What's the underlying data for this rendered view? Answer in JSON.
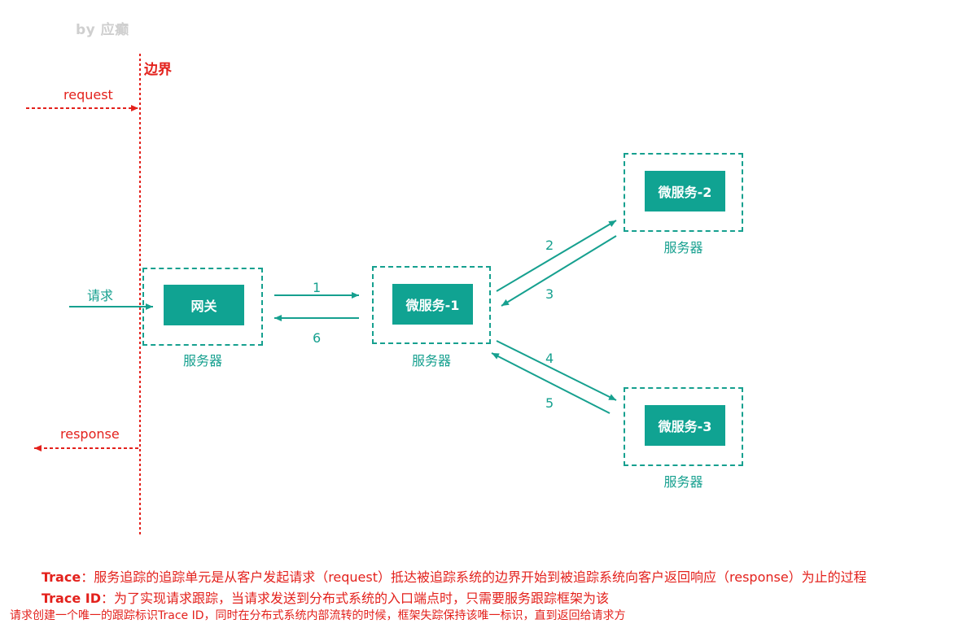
{
  "author": "by 应癫",
  "boundary": {
    "label": "边界"
  },
  "flows": {
    "request": "request",
    "response": "response",
    "ingress": "请求"
  },
  "nodes": {
    "gateway": {
      "label": "网关",
      "server_label": "服务器"
    },
    "ms1": {
      "label": "微服务-1",
      "server_label": "服务器"
    },
    "ms2": {
      "label": "微服务-2",
      "server_label": "服务器"
    },
    "ms3": {
      "label": "微服务-3",
      "server_label": "服务器"
    }
  },
  "edges": [
    {
      "id": 1,
      "label": "1",
      "from": "网关",
      "to": "微服务-1"
    },
    {
      "id": 2,
      "label": "2",
      "from": "微服务-1",
      "to": "微服务-2"
    },
    {
      "id": 3,
      "label": "3",
      "from": "微服务-2",
      "to": "微服务-1"
    },
    {
      "id": 4,
      "label": "4",
      "from": "微服务-1",
      "to": "微服务-3"
    },
    {
      "id": 5,
      "label": "5",
      "from": "微服务-3",
      "to": "微服务-1"
    },
    {
      "id": 6,
      "label": "6",
      "from": "微服务-1",
      "to": "网关"
    }
  ],
  "descriptions": {
    "trace_term": "Trace",
    "trace_text": "：服务追踪的追踪单元是从客户发起请求（request）抵达被追踪系统的边界开始到被追踪系统向客户返回响应（response）为止的过程",
    "traceid_term": "Trace ID",
    "traceid_text": "：为了实现请求跟踪，当请求发送到分布式系统的入口端点时，只需要服务跟踪框架为该",
    "traceid_text2": "请求创建一个唯一的跟踪标识Trace ID，同时在分布式系统内部流转的时候，框架失踪保持该唯一标识，直到返回给请求方"
  },
  "colors": {
    "teal": "#16a08f",
    "service_fill": "#10a392",
    "boundary_red": "#e3211c",
    "author_grey": "#cfcfcf"
  }
}
